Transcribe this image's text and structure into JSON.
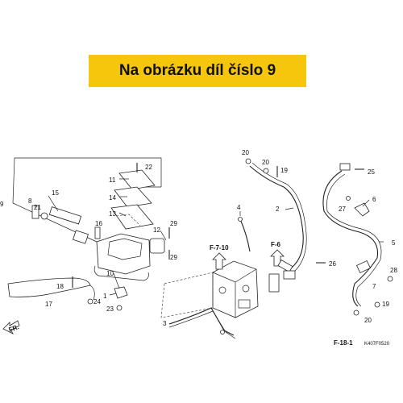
{
  "banner": {
    "text": "Na obrázku díl číslo 9",
    "color": "#f6c60c"
  },
  "callouts": {
    "c1": "1",
    "c2": "2",
    "c3": "3",
    "c4": "4",
    "c5": "5",
    "c6": "6",
    "c7": "7",
    "c8": "8",
    "c9": "9",
    "c10": "10",
    "c11": "11",
    "c12": "12",
    "c13": "13",
    "c14": "14",
    "c15": "15",
    "c16": "16",
    "c17": "17",
    "c18": "18",
    "c19": "19",
    "c20a": "20",
    "c20b": "20",
    "c20c": "20",
    "c21": "21",
    "c22": "22",
    "c23": "23",
    "c24": "24",
    "c25": "25",
    "c26": "26",
    "c27": "27",
    "c28": "28",
    "c29a": "29",
    "c29b": "29"
  },
  "refs": {
    "f710": "F-7-10",
    "f6": "F-6",
    "f181": "F-18-1"
  },
  "direction": "FR.",
  "diagram_code": "K407F0520"
}
